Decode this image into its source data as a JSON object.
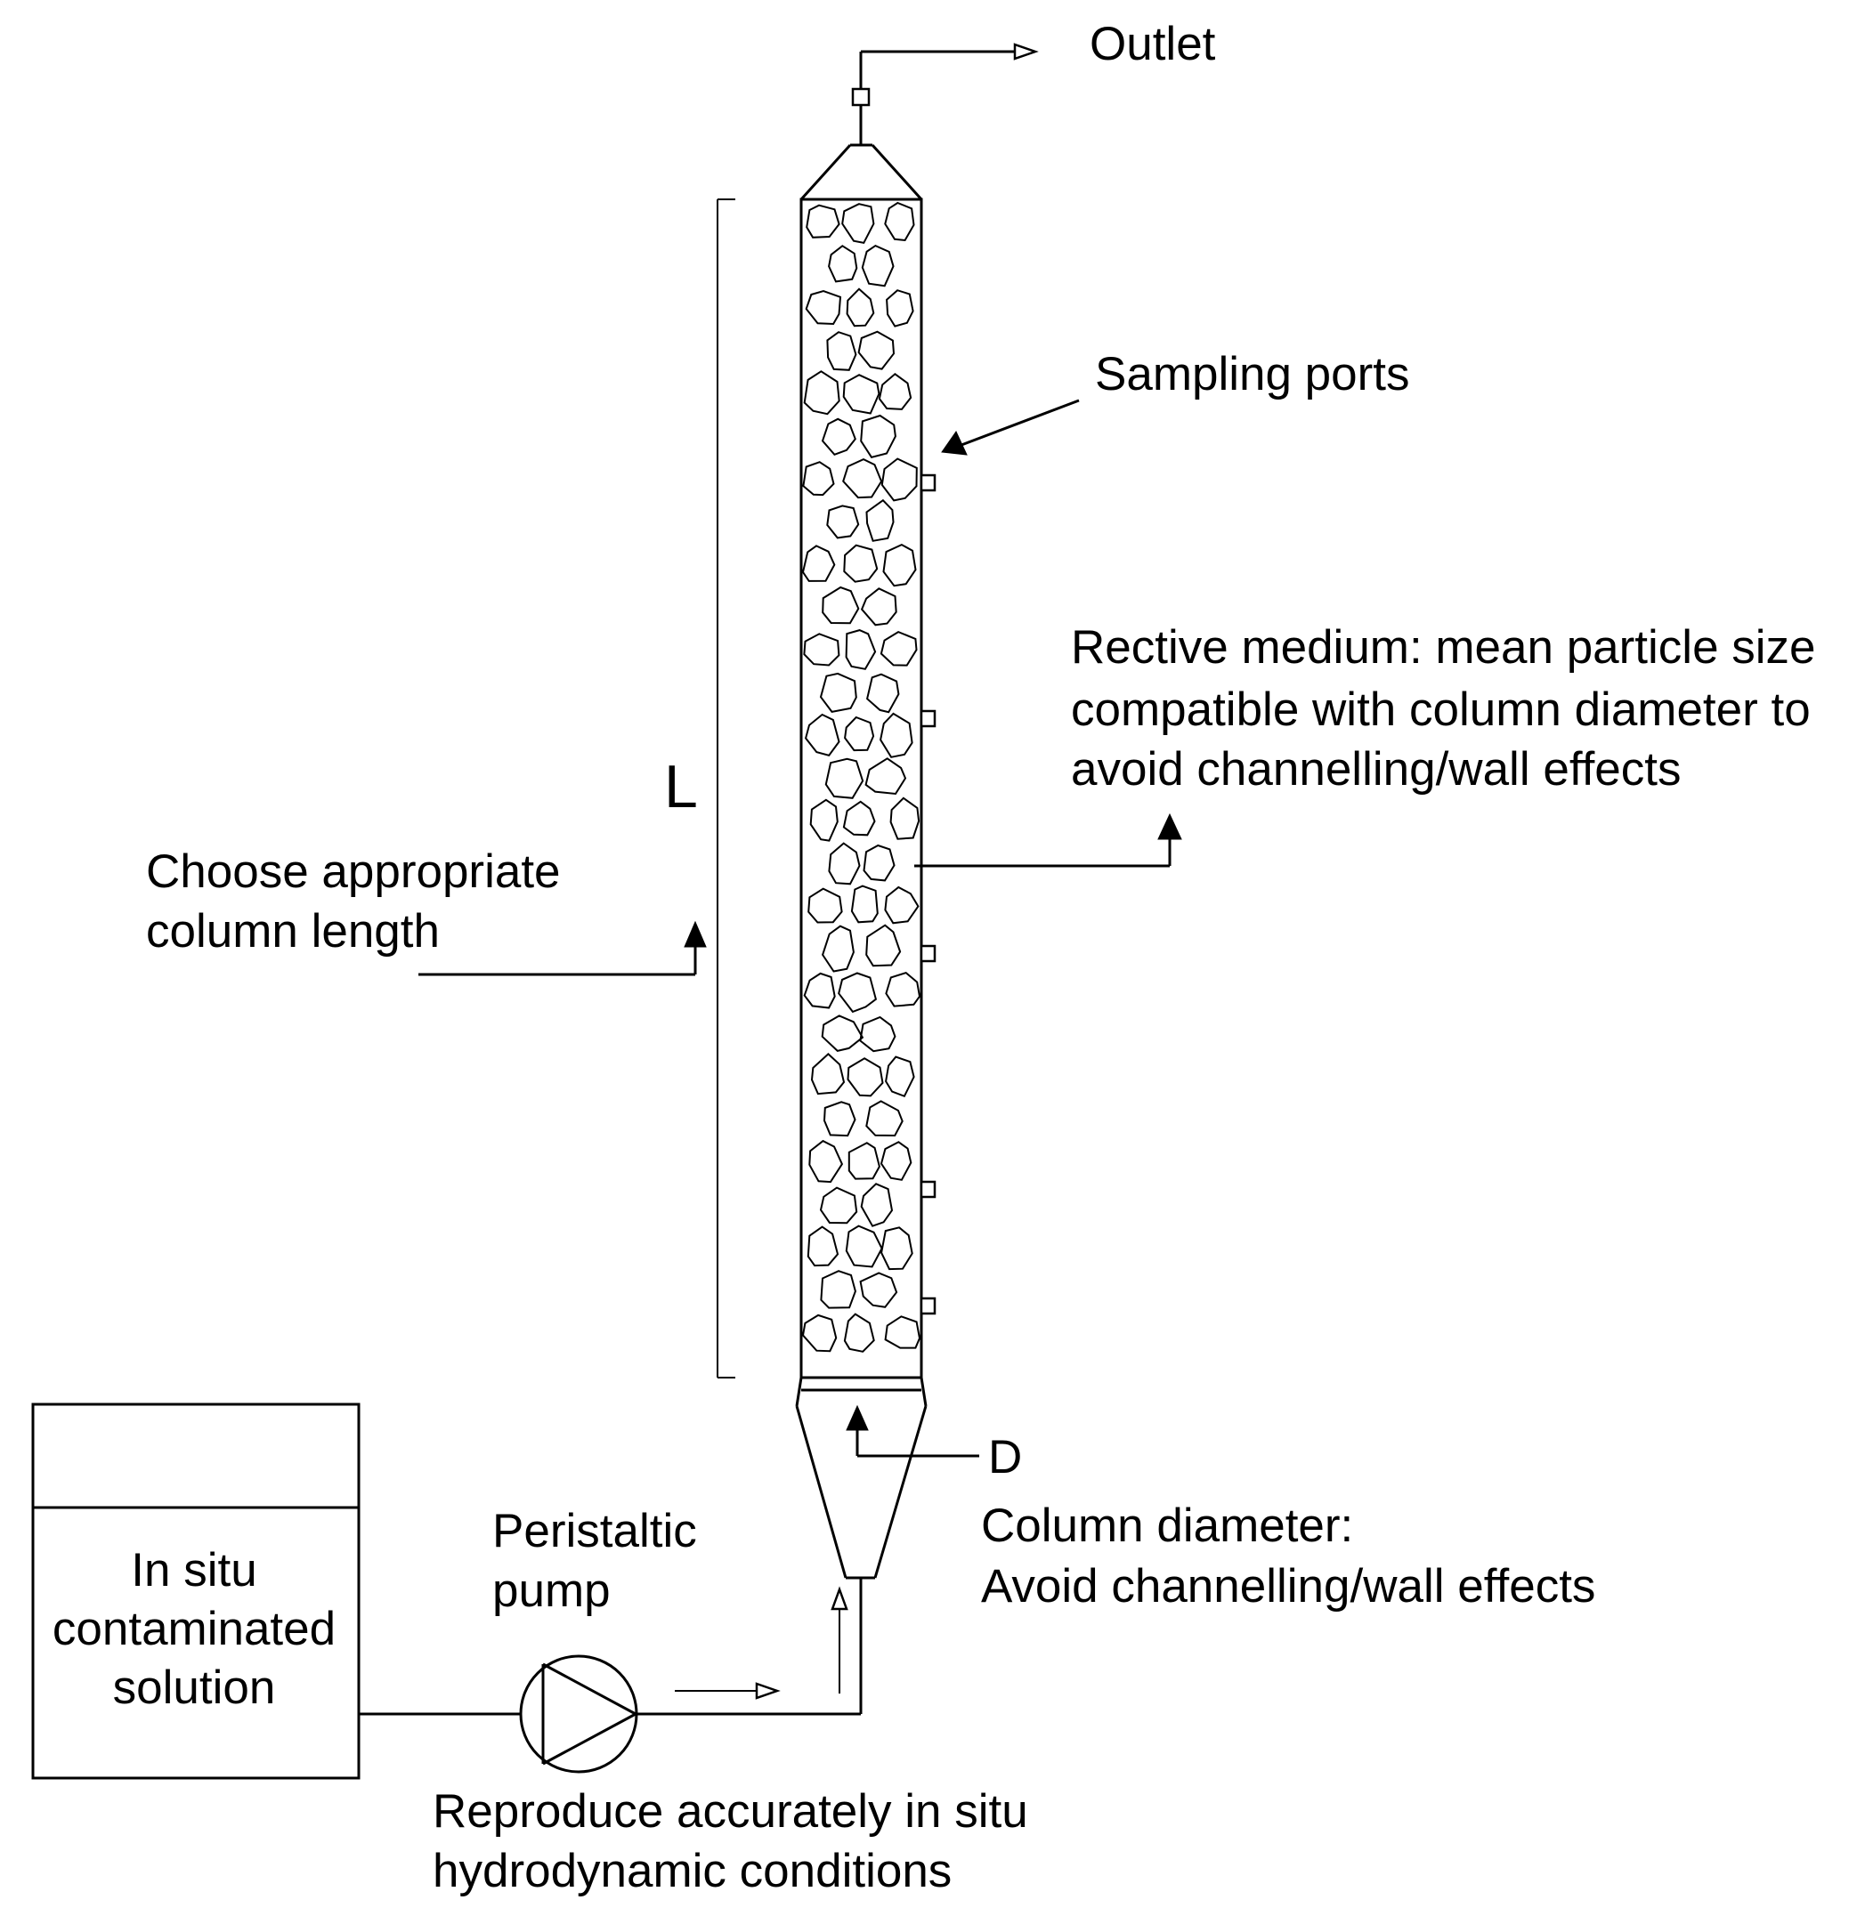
{
  "labels": {
    "outlet": "Outlet",
    "sampling_ports": "Sampling ports",
    "medium_line1": "Rective medium: mean particle size",
    "medium_line2": "compatible with column diameter to",
    "medium_line3": "avoid channelling/wall effects",
    "length_symbol": "L",
    "length_line1": "Choose appropriate",
    "length_line2": "column length",
    "diameter_symbol": "D",
    "diameter_line1": "Column diameter:",
    "diameter_line2": "Avoid channelling/wall effects",
    "reservoir_line1": "In situ",
    "reservoir_line2": "contaminated",
    "reservoir_line3": "solution",
    "pump_line1": "Peristaltic",
    "pump_line2": "pump",
    "hydro_line1": "Reproduce accurately in situ",
    "hydro_line2": "hydrodynamic conditions"
  }
}
